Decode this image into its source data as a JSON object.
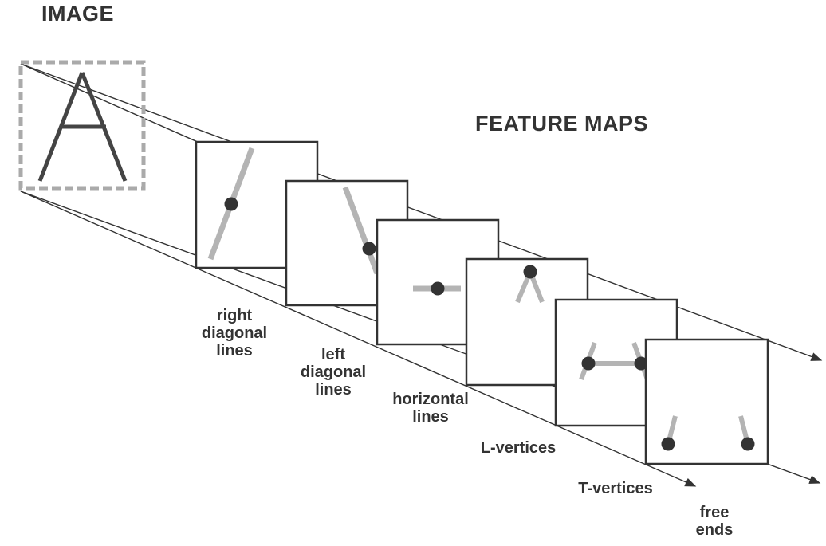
{
  "image_title": "IMAGE",
  "maps_title": "FEATURE MAPS",
  "colors": {
    "ink": "#333333",
    "feature": "#b4b4b4",
    "dash": "#a9a9a9"
  },
  "feature_maps": [
    {
      "id": "right-diagonal",
      "label_lines": [
        "right",
        "diagonal",
        "lines"
      ]
    },
    {
      "id": "left-diagonal",
      "label_lines": [
        "left",
        "diagonal",
        "lines"
      ]
    },
    {
      "id": "horizontal",
      "label_lines": [
        "horizontal",
        "lines"
      ]
    },
    {
      "id": "l-vertices",
      "label_lines": [
        "L-vertices"
      ]
    },
    {
      "id": "t-vertices",
      "label_lines": [
        "T-vertices"
      ]
    },
    {
      "id": "free-ends",
      "label_lines": [
        "free",
        "ends"
      ]
    }
  ]
}
